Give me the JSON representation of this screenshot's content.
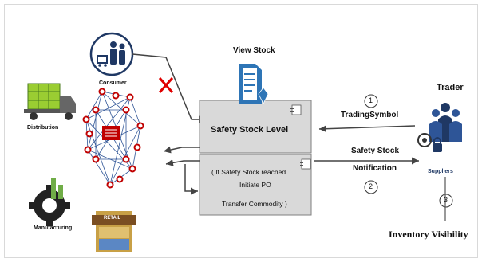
{
  "diagram": {
    "view_stock": "View Stock",
    "consumer": "Consumer",
    "distribution": "Distribution",
    "manufacturing": "Manufacturing",
    "retail_sign": "RETAIL",
    "safety_stock_level": "Safety Stock Level",
    "action_line1": "( If Safety Stock reached",
    "action_line2": "Initiate PO",
    "action_line3": "Transfer Commodity  )",
    "trading_symbol": "TradingSymbol",
    "notification_line1": "Safety Stock",
    "notification_line2": "Notification",
    "step1": "1",
    "step2": "2",
    "step3": "3",
    "trader": "Trader",
    "suppliers": "Suppliers",
    "inventory_visibility": "Inventory Visibility"
  },
  "colors": {
    "box_fill": "#d9d9d9",
    "box_border": "#7f7f7f",
    "document_icon": "#2e75b6",
    "network_node": "#c00000",
    "network_link": "#2f5597",
    "cross_mark": "#e00000",
    "distribution_icon": "#70ad47",
    "supplier_label": "#1f3864"
  }
}
